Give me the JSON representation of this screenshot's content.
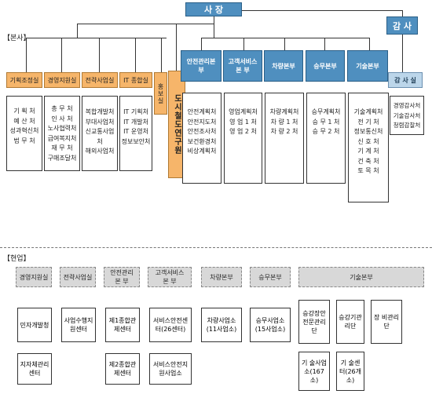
{
  "top": {
    "ceo": "사  장",
    "audit": "감  사"
  },
  "section_labels": {
    "hq": "【본사】",
    "field": "【현업】"
  },
  "orange_units": [
    {
      "name": "기획조정실",
      "items": [
        "기 획 처",
        "예 산 처",
        "성과혁신처",
        "법 무 처"
      ]
    },
    {
      "name": "경영지원실",
      "items": [
        "총 무 처",
        "인 사 처",
        "노사협력처",
        "급여복지처",
        "재 무 처",
        "구매조달처"
      ]
    },
    {
      "name": "전략사업실",
      "items": [
        "복합개발처",
        "부대사업처",
        "신교통사업처",
        "해외사업처"
      ]
    },
    {
      "name": "IT 종합실",
      "items": [
        "IT 기획처",
        "IT 개발처",
        "IT 운영처",
        "정보보안처"
      ]
    }
  ],
  "pr_office": "홍보실",
  "urban_railway": "도시철도연구원",
  "blue_units": [
    {
      "name": "안전관리본 부",
      "items": [
        "안전계획처",
        "안전지도처",
        "안전조사처",
        "보건환경처",
        "비상계획처"
      ]
    },
    {
      "name": "고객서비스본 부",
      "items": [
        "영업계획처",
        "영 업 1 처",
        "영 업 2 처"
      ]
    },
    {
      "name": "차량본부",
      "items": [
        "차량계획처",
        "차 량 1 처",
        "차 량 2 처"
      ]
    },
    {
      "name": "승무본부",
      "items": [
        "승무계획처",
        "승 무 1 처",
        "승 무 2 처"
      ]
    },
    {
      "name": "기술본부",
      "items": [
        "기술계획처",
        "전 기 처",
        "정보통신처",
        "신 호 처",
        "기 계 처",
        "건 축 처",
        "토 목 처"
      ]
    }
  ],
  "audit_office": {
    "name": "감 사 실",
    "items": [
      "경영감사처",
      "기술감사처",
      "청렴감찰처"
    ]
  },
  "field": {
    "headers": [
      "경영지원실",
      "전략사업실",
      "안전관리본 부",
      "고객서비스본 부",
      "차량본부",
      "승무본부",
      "기술본부"
    ],
    "boxes": [
      "민자개발청",
      "지자체관리센터",
      "사업수행지원센터",
      "제1종합관제센터",
      "제2종합관제센터",
      "서비스안전센터(26센터)",
      "서비스안전지원사업소",
      "차량사업소(11사업소)",
      "승무사업소(15사업소)",
      "승강장안전문관리단",
      "승강기관리단",
      "장 비관리단",
      "기 술사업소(167소)",
      "기 술센 터(26개소)"
    ]
  }
}
